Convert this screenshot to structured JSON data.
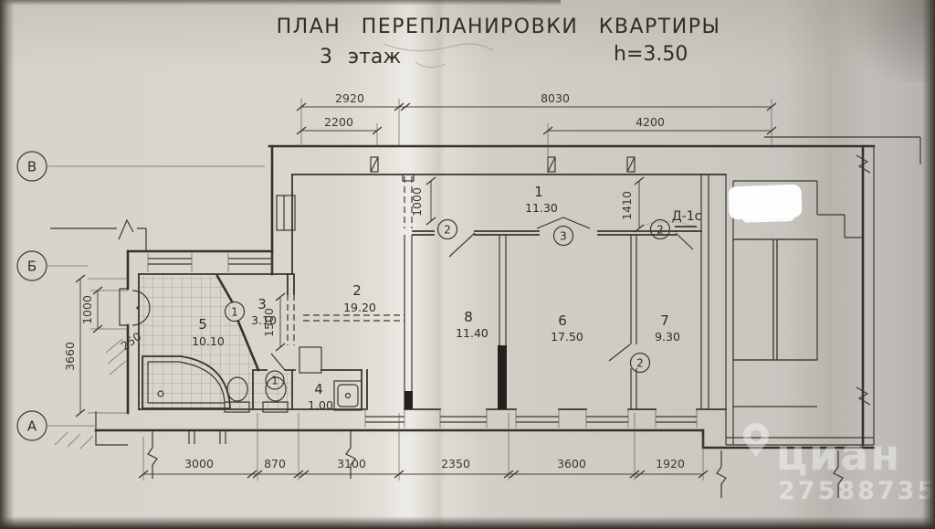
{
  "title": {
    "main": "ПЛАН ПЕРЕПЛАНИРОВКИ КВАРТИРЫ",
    "floor": "3 этаж",
    "ceiling_height": "h=3.50"
  },
  "axes": {
    "v": "В",
    "b": "Б",
    "a": "А"
  },
  "dims": {
    "top_2920": "2920",
    "top_8030": "8030",
    "top_2200": "2200",
    "top_4200": "4200",
    "left_3660": "3660",
    "left_1000": "1000",
    "inner_1000": "1000",
    "inner_1410": "1410",
    "inner_1500": "1500",
    "wall_250": "250",
    "bottom_3000": "3000",
    "bottom_870": "870",
    "bottom_3100": "3100",
    "bottom_2350": "2350",
    "bottom_3600": "3600",
    "bottom_1920": "1920"
  },
  "rooms": {
    "r1": {
      "num": "1",
      "area": "11.30"
    },
    "r2": {
      "num": "2",
      "area": "19.20"
    },
    "r3": {
      "num": "3",
      "area": "3.10"
    },
    "r4": {
      "num": "4",
      "area": "1.00"
    },
    "r5": {
      "num": "5",
      "area": "10.10"
    },
    "r6": {
      "num": "6",
      "area": "17.50"
    },
    "r7": {
      "num": "7",
      "area": "9.30"
    },
    "r8": {
      "num": "8",
      "area": "11.40"
    }
  },
  "door_marks": {
    "hall_left": "2",
    "hall_center": "3",
    "entry": "2",
    "room67": "2",
    "bath": "1",
    "wc": "1"
  },
  "labels": {
    "entry_door": "Д-1с"
  },
  "watermark": {
    "brand": "циан",
    "number": "27588735"
  }
}
